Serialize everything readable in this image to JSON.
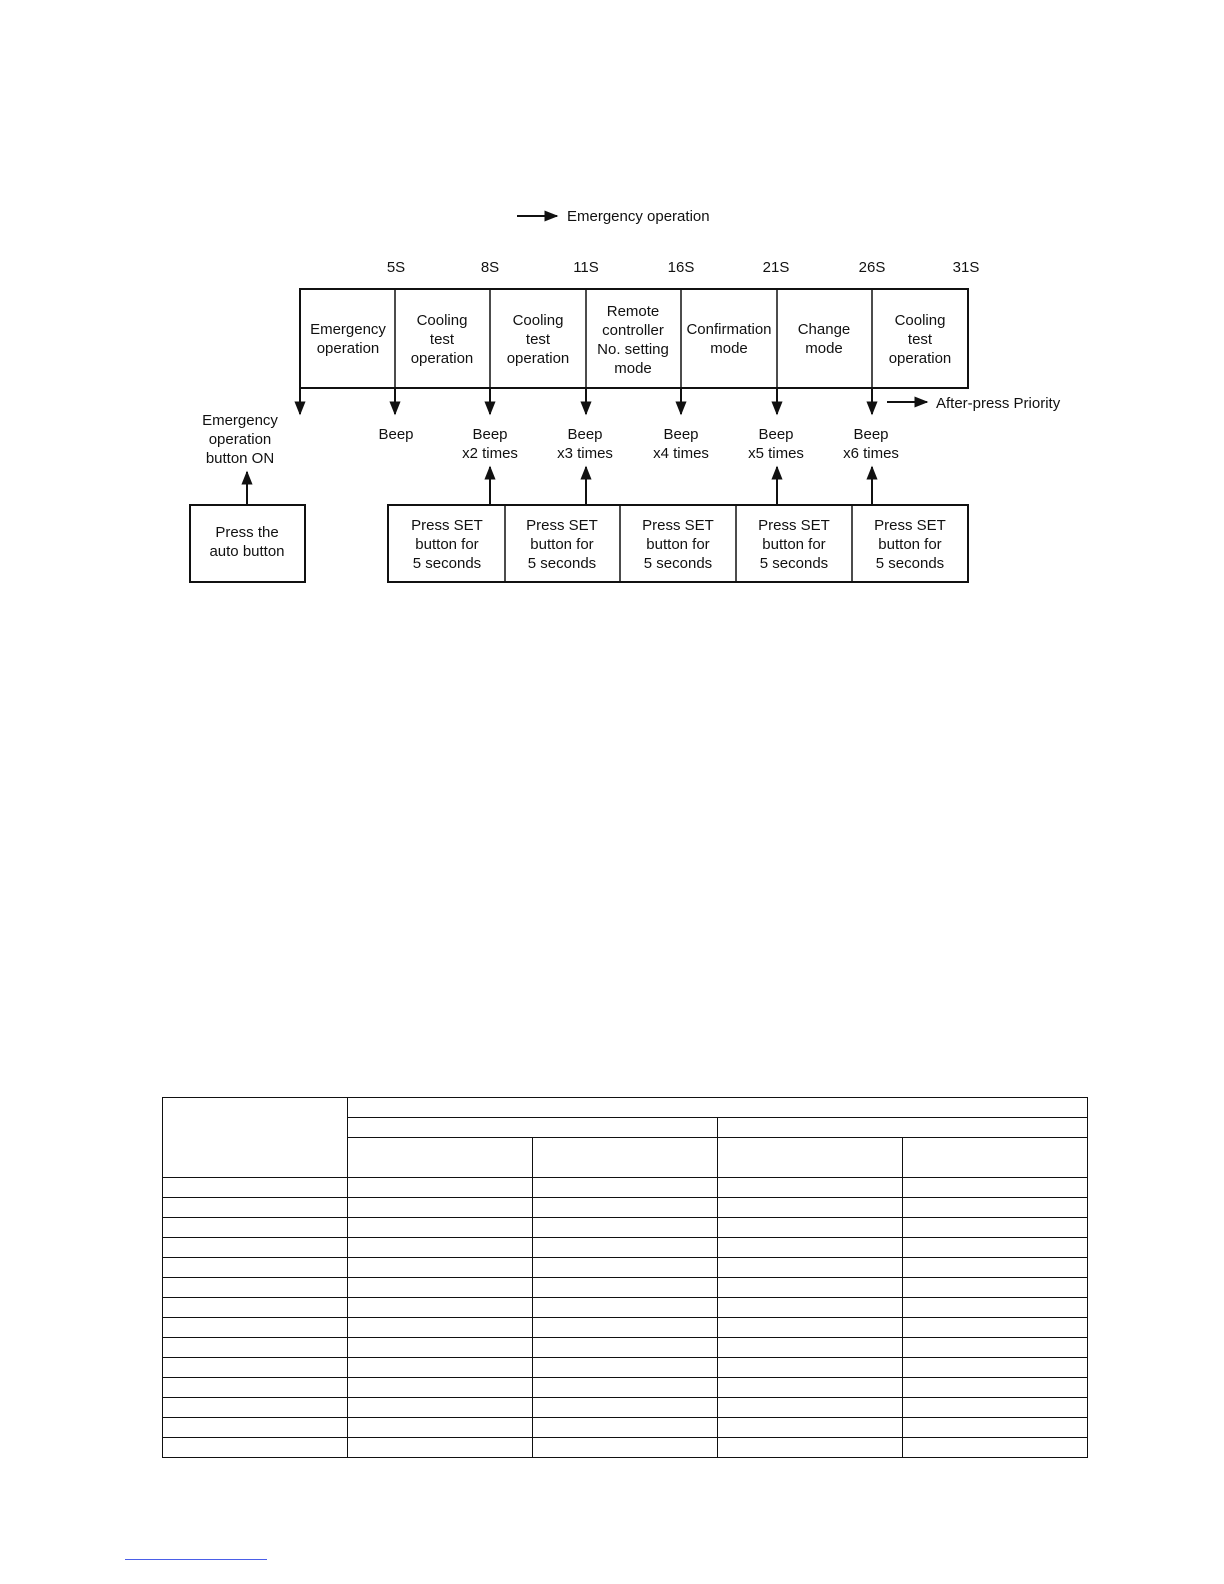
{
  "legend": {
    "emergency_operation": "Emergency operation",
    "after_press_priority": "After-press Priority"
  },
  "timeline": {
    "times": [
      "5S",
      "8S",
      "11S",
      "16S",
      "21S",
      "26S",
      "31S"
    ]
  },
  "modes": [
    {
      "lines": [
        "Emergency",
        "operation"
      ]
    },
    {
      "lines": [
        "Cooling",
        "test",
        "operation"
      ]
    },
    {
      "lines": [
        "Cooling",
        "test",
        "operation"
      ]
    },
    {
      "lines": [
        "Remote",
        "controller",
        "No. setting",
        "mode"
      ]
    },
    {
      "lines": [
        "Confirmation",
        "mode"
      ]
    },
    {
      "lines": [
        "Change",
        "mode"
      ]
    },
    {
      "lines": [
        "Cooling",
        "test",
        "operation"
      ]
    }
  ],
  "beeps": [
    {
      "lines": [
        "Beep"
      ]
    },
    {
      "lines": [
        "Beep",
        "x2 times"
      ]
    },
    {
      "lines": [
        "Beep",
        "x3 times"
      ]
    },
    {
      "lines": [
        "Beep",
        "x4 times"
      ]
    },
    {
      "lines": [
        "Beep",
        "x5 times"
      ]
    },
    {
      "lines": [
        "Beep",
        "x6 times"
      ]
    }
  ],
  "emergency_button_label": {
    "lines": [
      "Emergency",
      "operation",
      "button ON"
    ]
  },
  "auto_button_box": {
    "lines": [
      "Press the",
      "auto button"
    ]
  },
  "set_button_boxes": [
    {
      "lines": [
        "Press SET",
        "button for",
        "5 seconds"
      ]
    },
    {
      "lines": [
        "Press SET",
        "button for",
        "5 seconds"
      ]
    },
    {
      "lines": [
        "Press SET",
        "button for",
        "5 seconds"
      ]
    },
    {
      "lines": [
        "Press SET",
        "button for",
        "5 seconds"
      ]
    },
    {
      "lines": [
        "Press SET",
        "button for",
        "5 seconds"
      ]
    }
  ],
  "table": {
    "body_rows": 14
  }
}
